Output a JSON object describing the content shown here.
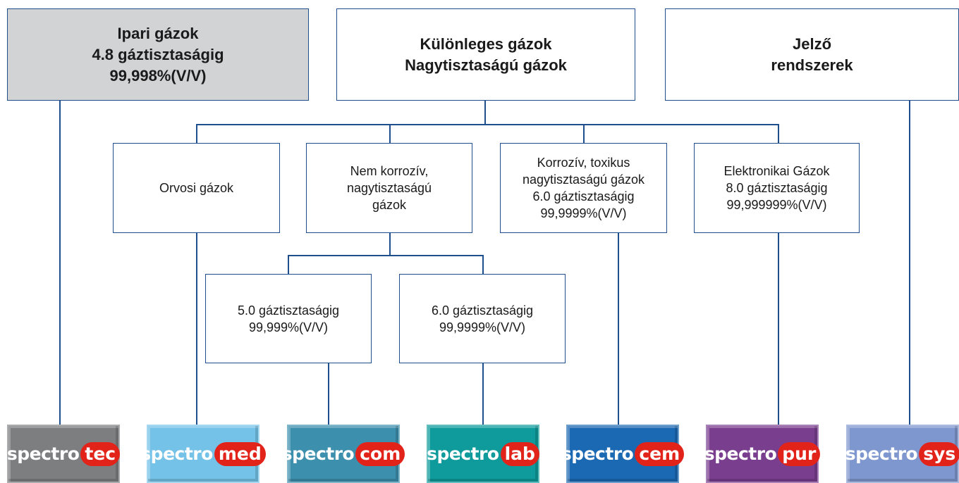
{
  "top_boxes": [
    {
      "lines": [
        "Ipari gázok",
        "4.8 gáztisztaságig",
        "99,998%(V/V)"
      ]
    },
    {
      "lines": [
        "Különleges gázok",
        "Nagytisztaságú gázok"
      ]
    },
    {
      "lines": [
        "Jelző",
        "rendszerek"
      ]
    }
  ],
  "mid_boxes": [
    {
      "lines": [
        "Orvosi gázok"
      ]
    },
    {
      "lines": [
        "Nem korrozív,",
        "nagytisztaságú",
        "gázok"
      ]
    },
    {
      "lines": [
        "Korrozív, toxikus",
        "nagytisztaságú gázok",
        "6.0 gáztisztaságig",
        "99,9999%(V/V)"
      ]
    },
    {
      "lines": [
        "Elektronikai Gázok",
        "8.0 gáztisztaságig",
        "99,999999%(V/V)"
      ]
    }
  ],
  "low_boxes": [
    {
      "lines": [
        "5.0 gáztisztaságig",
        "99,999%(V/V)"
      ]
    },
    {
      "lines": [
        "6.0 gáztisztaságig",
        "99,9999%(V/V)"
      ]
    }
  ],
  "logos": [
    {
      "prefix": "spectro",
      "suffix": "tec",
      "color": "#7d7e80"
    },
    {
      "prefix": "spectro",
      "suffix": "med",
      "color": "#74c2e8"
    },
    {
      "prefix": "spectro",
      "suffix": "com",
      "color": "#3d8fae"
    },
    {
      "prefix": "spectro",
      "suffix": "lab",
      "color": "#0f9b9b"
    },
    {
      "prefix": "spectro",
      "suffix": "cem",
      "color": "#1c69b3"
    },
    {
      "prefix": "spectro",
      "suffix": "pur",
      "color": "#7a3e8f"
    },
    {
      "prefix": "spectro",
      "suffix": "sys",
      "color": "#7f97cf"
    }
  ]
}
